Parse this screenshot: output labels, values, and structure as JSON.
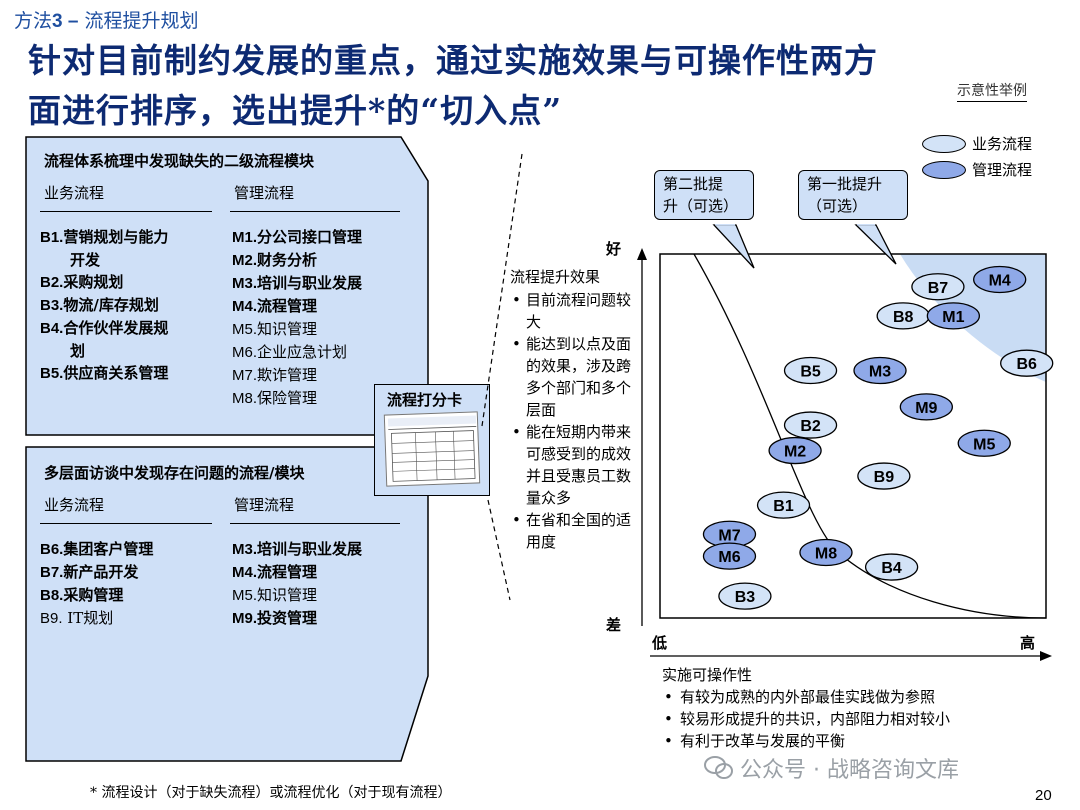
{
  "header": {
    "kicker_prefix": "方法",
    "kicker_num": "3 –",
    "kicker_text": "流程提升规划",
    "headline_line1": "针对目前制约发展的重点，通过实施效果与可操作性两方",
    "headline_line2": "面进行排序，选出提升*的“切入点”",
    "tag": "示意性举例"
  },
  "panel_top": {
    "title": "流程体系梳理中发现缺失的二级流程模块",
    "col1_header": "业务流程",
    "col2_header": "管理流程",
    "col1_items": [
      {
        "code": "B1.",
        "text": "营销规划与能力",
        "cont": "开发",
        "bold": true
      },
      {
        "code": "B2.",
        "text": "采购规划",
        "bold": true
      },
      {
        "code": "B3.",
        "text": "物流/库存规划",
        "bold": true
      },
      {
        "code": "B4.",
        "text": "合作伙伴发展规",
        "cont": "划",
        "bold": true
      },
      {
        "code": "B5.",
        "text": "供应商关系管理",
        "bold": true
      }
    ],
    "col2_items": [
      {
        "code": "M1.",
        "text": "分公司接口管理",
        "bold": true
      },
      {
        "code": "M2.",
        "text": "财务分析",
        "bold": true
      },
      {
        "code": "M3.",
        "text": "培训与职业发展",
        "bold": true
      },
      {
        "code": "M4.",
        "text": "流程管理",
        "bold": true
      },
      {
        "code": "M5.",
        "text": "知识管理",
        "bold": false
      },
      {
        "code": "M6.",
        "text": "企业应急计划",
        "bold": false
      },
      {
        "code": "M7.",
        "text": "欺诈管理",
        "bold": false
      },
      {
        "code": "M8.",
        "text": "保险管理",
        "bold": false
      }
    ]
  },
  "panel_bottom": {
    "title": "多层面访谈中发现存在问题的流程/模块",
    "col1_header": "业务流程",
    "col2_header": "管理流程",
    "col1_items": [
      {
        "code": "B6.",
        "text": "集团客户管理",
        "bold": true
      },
      {
        "code": "B7.",
        "text": "新产品开发",
        "bold": true
      },
      {
        "code": "B8.",
        "text": "采购管理",
        "bold": true
      },
      {
        "code": "B9.",
        "text": " IT规划",
        "bold": false
      }
    ],
    "col2_items": [
      {
        "code": "M3.",
        "text": "培训与职业发展",
        "bold": true
      },
      {
        "code": "M4.",
        "text": "流程管理",
        "bold": true
      },
      {
        "code": "M5.",
        "text": "知识管理",
        "bold": false
      },
      {
        "code": "M9.",
        "text": "投资管理",
        "bold": true
      }
    ]
  },
  "scorecard": {
    "title": "流程打分卡"
  },
  "effect": {
    "title": "流程提升效果",
    "bullets": [
      "目前流程问题较大",
      "能达到以点及面的效果，涉及跨多个部门和多个层面",
      "能在短期内带来可感受到的成效并且受惠员工数量众多",
      "在省和全国的适用度"
    ]
  },
  "chart_data": {
    "type": "scatter",
    "x_axis_label": "实施可操作性",
    "x_low": "低",
    "x_high": "高",
    "y_high": "好",
    "y_low": "差",
    "xlim": [
      0,
      10
    ],
    "ylim": [
      0,
      10
    ],
    "legend_placement": "top-right",
    "series": [
      {
        "name": "业务流程",
        "color": "#d3e3f7"
      },
      {
        "name": "管理流程",
        "color": "#8fa9e8"
      }
    ],
    "points": [
      {
        "label": "B7",
        "x": 7.2,
        "y": 9.1,
        "series": 0
      },
      {
        "label": "M4",
        "x": 8.8,
        "y": 9.3,
        "series": 1
      },
      {
        "label": "B8",
        "x": 6.3,
        "y": 8.3,
        "series": 0
      },
      {
        "label": "M1",
        "x": 7.6,
        "y": 8.3,
        "series": 1
      },
      {
        "label": "B5",
        "x": 3.9,
        "y": 6.8,
        "series": 0
      },
      {
        "label": "M3",
        "x": 5.7,
        "y": 6.8,
        "series": 1
      },
      {
        "label": "B6",
        "x": 9.5,
        "y": 7.0,
        "series": 0
      },
      {
        "label": "M9",
        "x": 6.9,
        "y": 5.8,
        "series": 1
      },
      {
        "label": "B2",
        "x": 3.9,
        "y": 5.3,
        "series": 0
      },
      {
        "label": "M2",
        "x": 3.5,
        "y": 4.6,
        "series": 1
      },
      {
        "label": "M5",
        "x": 8.4,
        "y": 4.8,
        "series": 1
      },
      {
        "label": "B9",
        "x": 5.8,
        "y": 3.9,
        "series": 0
      },
      {
        "label": "B1",
        "x": 3.2,
        "y": 3.1,
        "series": 0
      },
      {
        "label": "M7",
        "x": 1.8,
        "y": 2.3,
        "series": 1
      },
      {
        "label": "M6",
        "x": 1.8,
        "y": 1.7,
        "series": 1
      },
      {
        "label": "M8",
        "x": 4.3,
        "y": 1.8,
        "series": 1
      },
      {
        "label": "B4",
        "x": 6.0,
        "y": 1.4,
        "series": 0
      },
      {
        "label": "B3",
        "x": 2.2,
        "y": 0.6,
        "series": 0
      }
    ],
    "callouts": [
      {
        "text_line1": "第二批提",
        "text_line2": "升（可选）"
      },
      {
        "text_line1": "第一批提升",
        "text_line2": "（可选）"
      }
    ]
  },
  "feasibility": {
    "bullets": [
      "有较为成熟的内外部最佳实践做为参照",
      "较易形成提升的共识，内部阻力相对较小",
      "有利于改革与发展的平衡"
    ]
  },
  "footer": {
    "footnote": "* 流程设计（对于缺失流程）或流程优化（对于现有流程）",
    "page": "20",
    "watermark": "公众号 · 战略咨询文库"
  },
  "colors": {
    "panel_fill": "#cfe0f7",
    "business_fill": "#d3e3f7",
    "management_fill": "#8fa9e8",
    "zone_fill": "#c9dcf4",
    "title_blue": "#0d2a72"
  }
}
